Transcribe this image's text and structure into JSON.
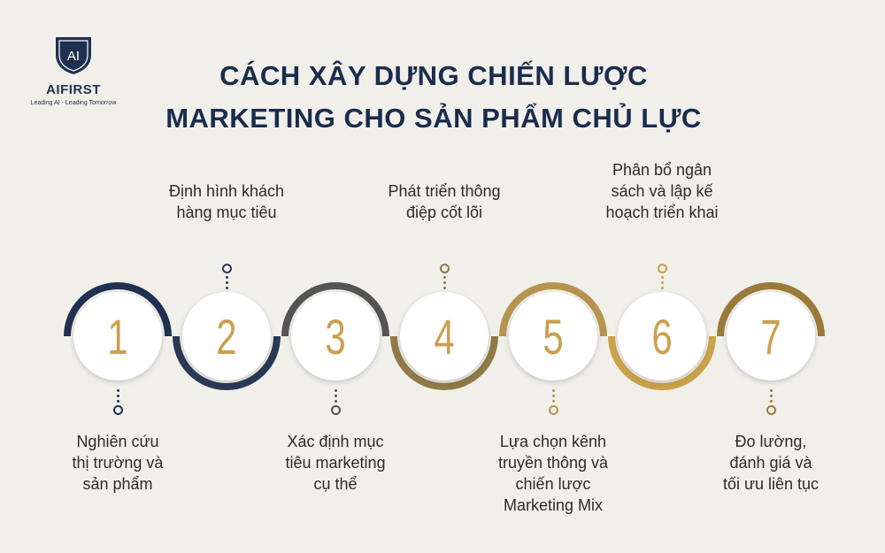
{
  "brand": {
    "name": "AIFIRST",
    "tagline": "Leading AI - Leading Tomorrow",
    "mark_text": "AI"
  },
  "title": {
    "line1": "CÁCH XÂY DỰNG CHIẾN LƯỢC",
    "line2": "MARKETING CHO SẢN PHẨM CHỦ LỰC"
  },
  "colors": {
    "navy": "#1f3050",
    "gold": "#c9a24a",
    "number": "#caa050",
    "background": "#f1efea"
  },
  "steps": [
    {
      "number": "1",
      "label": [
        "Nghiên cứu",
        "thị trường và",
        "sản phẩm"
      ],
      "position": "below",
      "color": "#1f3050"
    },
    {
      "number": "2",
      "label": [
        "Định hình khách",
        "hàng mục tiêu"
      ],
      "position": "above",
      "color": "#2a3a55"
    },
    {
      "number": "3",
      "label": [
        "Xác định mục",
        "tiêu marketing",
        "cụ thể"
      ],
      "position": "below",
      "color": "#545454"
    },
    {
      "number": "4",
      "label": [
        "Phát triển thông",
        "điệp cốt lõi"
      ],
      "position": "above",
      "color": "#8f7a48"
    },
    {
      "number": "5",
      "label": [
        "Lựa chọn kênh",
        "truyền thông và",
        "chiến lược",
        "Marketing Mix"
      ],
      "position": "below",
      "color": "#b6944f"
    },
    {
      "number": "6",
      "label": [
        "Phân bổ ngân",
        "sách và lập kế",
        "hoạch triển khai"
      ],
      "position": "above",
      "color": "#c9a24a"
    },
    {
      "number": "7",
      "label": [
        "Đo lường,",
        "đánh giá và",
        "tối ưu liên tục"
      ],
      "position": "below",
      "color": "#9a7a3a"
    }
  ]
}
